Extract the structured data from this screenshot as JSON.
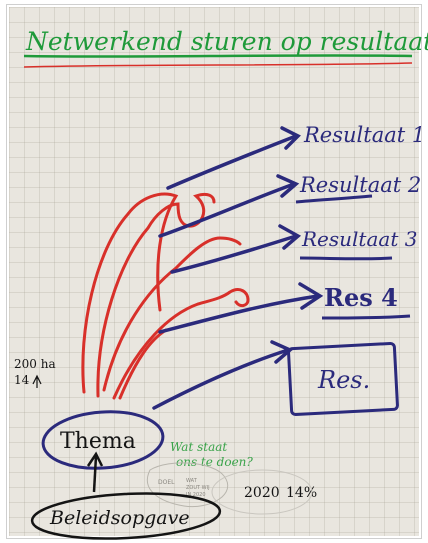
{
  "title": "Netwerkend sturen op resultaat",
  "results": [
    "Resultaat 1",
    "Resultaat 2",
    "Resultaat 3",
    "Res 4",
    "Res."
  ],
  "left_note": {
    "line1": "200 ha",
    "line2": "14"
  },
  "theme_label": "Thema",
  "question": {
    "line1": "Wat staat",
    "line2": "ons te doen?"
  },
  "doel": {
    "line1": "DOEL",
    "line2": "WAT",
    "line3": "ZOUT WIJ",
    "line4": "IN 2020"
  },
  "year_note": "2020",
  "year_value": "14%",
  "policy_label": "Beleidsopgave",
  "colors": {
    "title": "#1f9a3a",
    "ink": "#2b2a7c",
    "red": "#d8302a",
    "black": "#141414",
    "green_note": "#3aa34a"
  }
}
